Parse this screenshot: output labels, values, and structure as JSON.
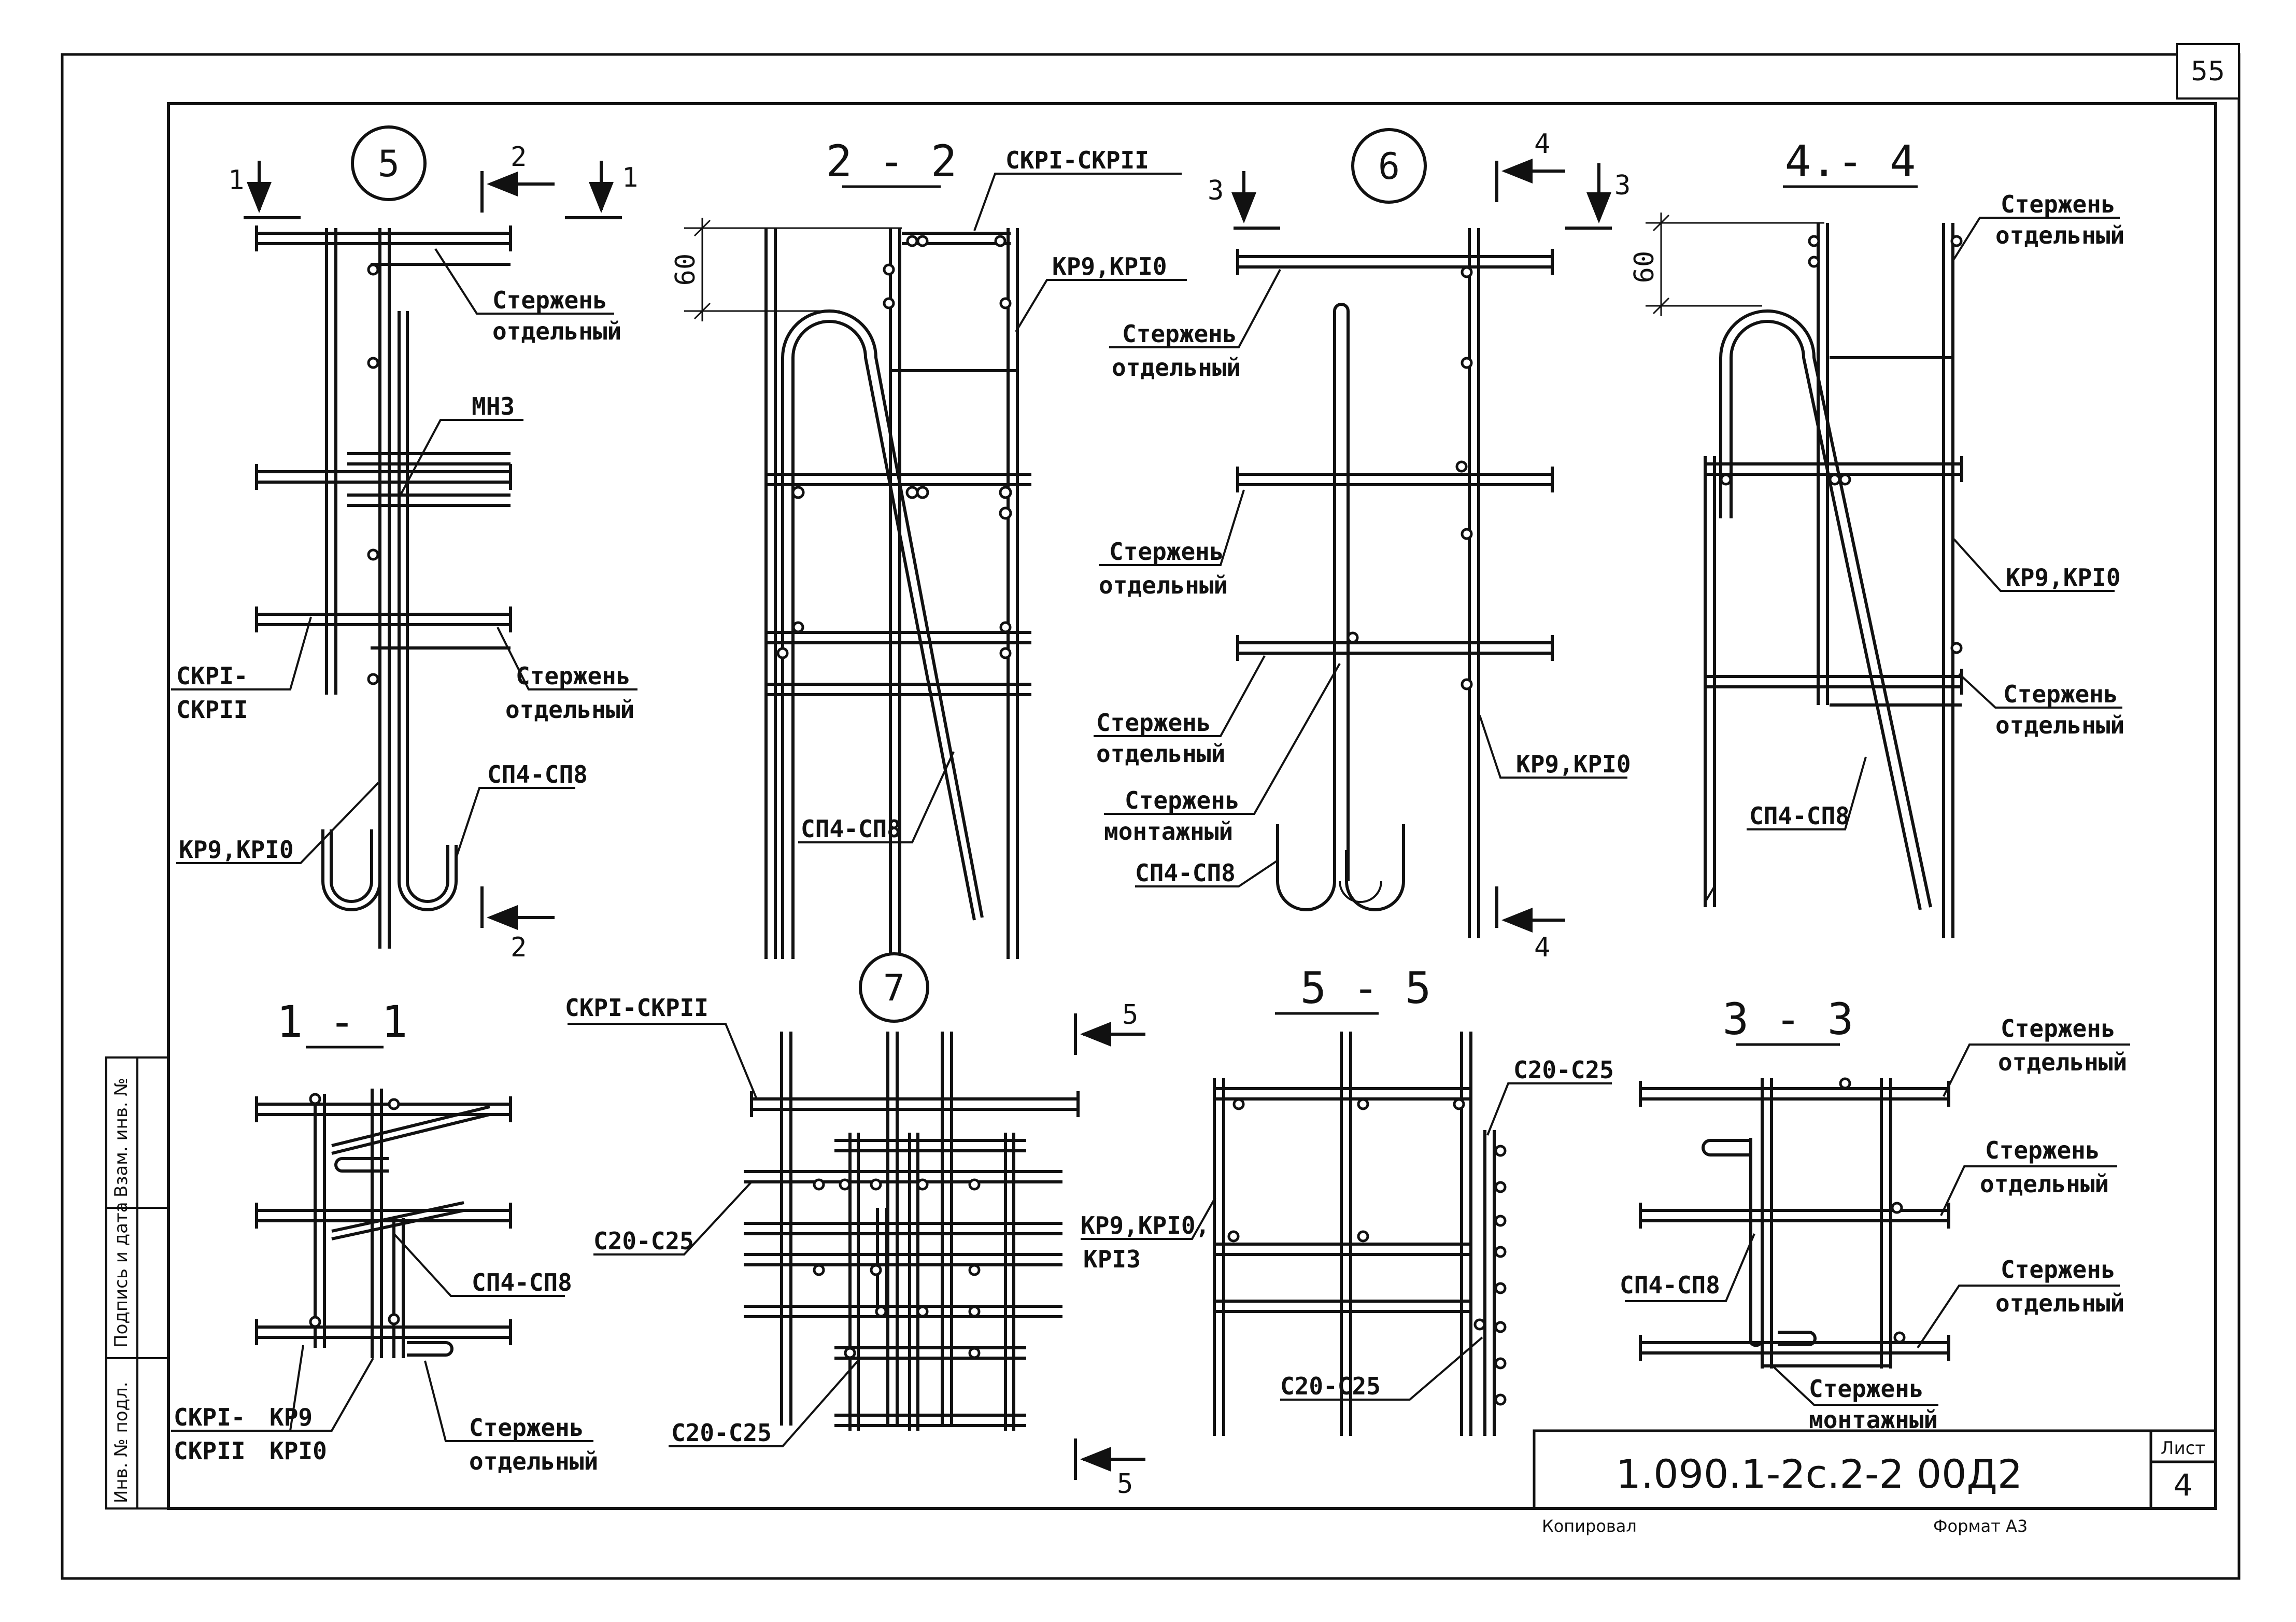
{
  "sheet": {
    "corner_number": "55",
    "title_block": {
      "code": "1.090.1-2с.2-2  00Д2",
      "sheet_label": "Лист",
      "sheet_number": "4",
      "copied": "Копировал",
      "format": "Формат А3"
    },
    "side_stamp": [
      "Инв. № подл.",
      "Подпись и дата",
      "Взам. инв. №"
    ]
  },
  "views": {
    "v5": {
      "marker": "5",
      "cut_1_left": "1",
      "cut_1_right": "1",
      "cut_2_top": "2",
      "cut_2_bottom": "2",
      "labels": {
        "sterzhen_1a": "Стержень",
        "sterzhen_1b": "отдельный",
        "mn3": "МН3",
        "sterzhen_2a": "Стержень",
        "sterzhen_2b": "отдельный",
        "ckp_a": "СКРI-",
        "ckp_b": "СКРII",
        "sp": "СП4-СП8",
        "kr": "КР9,КРI0"
      }
    },
    "s22": {
      "title": "2 - 2",
      "dim": "60",
      "labels": {
        "ckp": "СКРI-СКРII",
        "kr": "КР9,КРI0",
        "sp": "СП4-СП8"
      }
    },
    "v6": {
      "marker": "6",
      "cut_3_left": "3",
      "cut_3_right": "3",
      "cut_4_top": "4",
      "cut_4_bottom": "4",
      "labels": {
        "s1a": "Стержень",
        "s1b": "отдельный",
        "s2a": "Стержень",
        "s2b": "отдельный",
        "s3a": "Стержень",
        "s3b": "отдельный",
        "m_a": "Стержень",
        "m_b": "монтажный",
        "sp": "СП4-СП8",
        "kr": "КР9,КРI0"
      }
    },
    "s44": {
      "title": "4.- 4",
      "dim": "60",
      "labels": {
        "s1a": "Стержень",
        "s1b": "отдельный",
        "kr": "КР9,КРI0",
        "s2a": "Стержень",
        "s2b": "отдельный",
        "sp": "СП4-СП8"
      }
    },
    "s11": {
      "title": "1 - 1",
      "labels": {
        "sp": "СП4-СП8",
        "sa": "Стержень",
        "sb": "отдельный",
        "ckp_a": "СКРI-",
        "ckp_b": "СКРII",
        "kr_a": "КР9",
        "kr_b": "КРI0"
      }
    },
    "v7": {
      "marker": "7",
      "cut_5_top": "5",
      "cut_5_bottom": "5",
      "labels": {
        "ckp": "СКРI-СКРII",
        "c1": "С20-С25",
        "c2": "С20-С25"
      }
    },
    "s55": {
      "title": "5 - 5",
      "labels": {
        "c1": "С20-С25",
        "kr_a": "КР9,КРI0,",
        "kr_b": "КРI3",
        "c2": "С20-С25"
      }
    },
    "s33": {
      "title": "3 - 3",
      "labels": {
        "s1a": "Стержень",
        "s1b": "отдельный",
        "s2a": "Стержень",
        "s2b": "отдельный",
        "s3a": "Стержень",
        "s3b": "отдельный",
        "sp": "СП4-СП8",
        "m_a": "Стержень",
        "m_b": "монтажный"
      }
    }
  }
}
